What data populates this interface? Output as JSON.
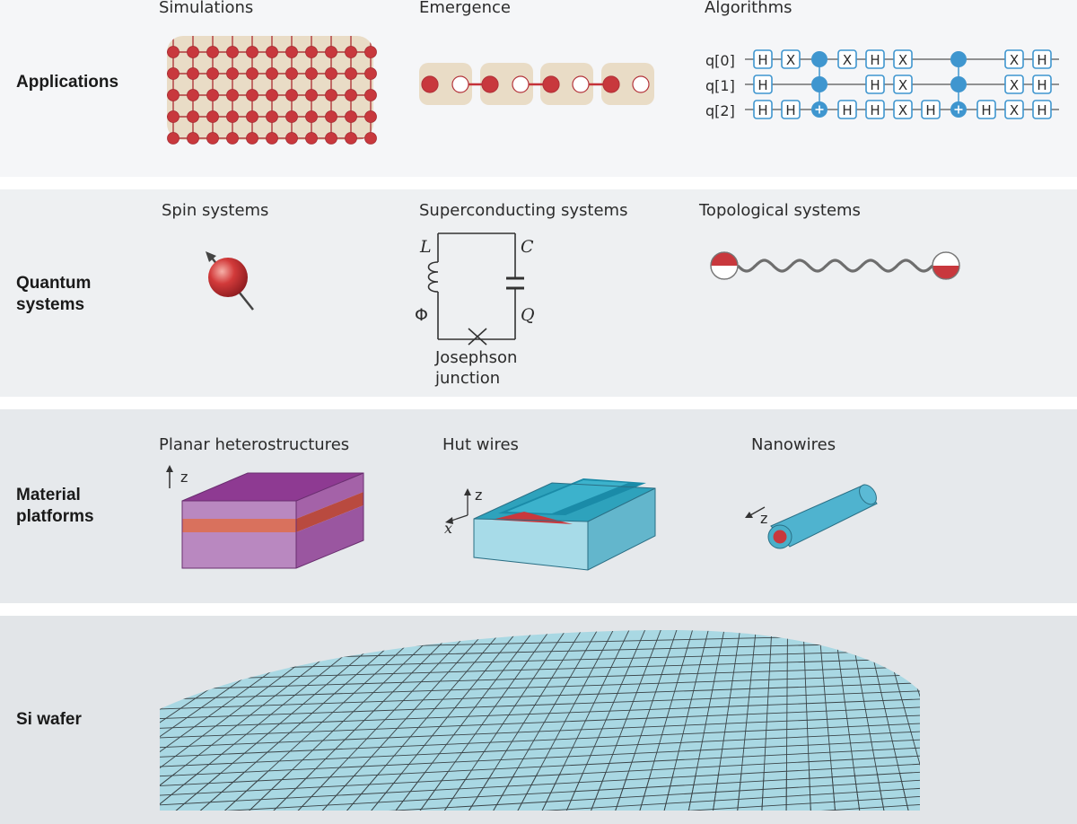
{
  "layers": {
    "applications": "Applications",
    "quantum_systems_line1": "Quantum",
    "quantum_systems_line2": "systems",
    "material_platforms_line1": "Material",
    "material_platforms_line2": "platforms",
    "si_wafer": "Si wafer"
  },
  "applications": {
    "simulations": "Simulations",
    "emergence": "Emergence",
    "algorithms": "Algorithms",
    "qubit_labels": [
      "q[0]",
      "q[1]",
      "q[2]"
    ],
    "gate_h": "H",
    "gate_x": "X"
  },
  "quantum_systems": {
    "spin": "Spin systems",
    "superconducting": "Superconducting systems",
    "topological": "Topological systems",
    "L": "L",
    "C": "C",
    "Phi": "Φ",
    "Q": "Q",
    "josephson_line1": "Josephson",
    "josephson_line2": "junction"
  },
  "material_platforms": {
    "planar": "Planar heterostructures",
    "hut": "Hut wires",
    "nano": "Nanowires",
    "axis_z": "z",
    "axis_x": "x"
  },
  "colors": {
    "red": "#c8383d",
    "beige": "#e9dcc6",
    "qubit_blue": "#3f96cf",
    "purple_top": "#8e3a92",
    "purple_side": "#b17fba",
    "orange_layer": "#d9715d",
    "wafer": "#a9d8e3"
  }
}
